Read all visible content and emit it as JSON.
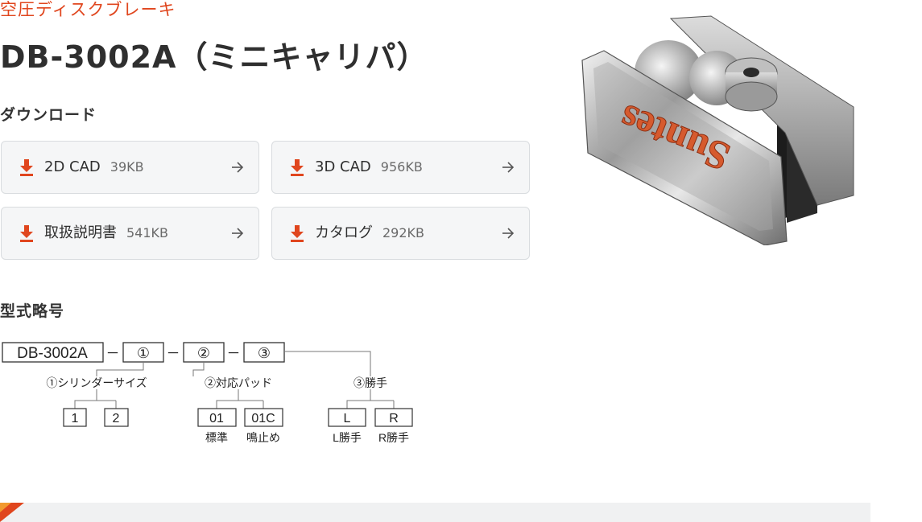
{
  "header": {
    "category": "空圧ディスクブレーキ",
    "title": "DB-3002A（ミニキャリパ）"
  },
  "downloads": {
    "heading": "ダウンロード",
    "items": [
      {
        "label": "2D CAD",
        "size": "39KB"
      },
      {
        "label": "3D CAD",
        "size": "956KB"
      },
      {
        "label": "取扱説明書",
        "size": "541KB"
      },
      {
        "label": "カタログ",
        "size": "292KB"
      }
    ]
  },
  "model_code": {
    "heading": "型式略号",
    "base": "DB-3002A",
    "sep": "－",
    "slots": [
      "①",
      "②",
      "③"
    ],
    "groups": [
      {
        "title": "①シリンダーサイズ",
        "options": [
          {
            "code": "1",
            "desc": ""
          },
          {
            "code": "2",
            "desc": ""
          }
        ]
      },
      {
        "title": "②対応パッド",
        "options": [
          {
            "code": "01",
            "desc": "標準"
          },
          {
            "code": "01C",
            "desc": "鳴止め"
          }
        ]
      },
      {
        "title": "③勝手",
        "options": [
          {
            "code": "L",
            "desc": "L勝手"
          },
          {
            "code": "R",
            "desc": "R勝手"
          }
        ]
      }
    ]
  },
  "product": {
    "logo": "Suntes"
  },
  "colors": {
    "accent": "#e0461e",
    "card_bg": "#f5f6f7",
    "card_border": "#d9dcdf"
  },
  "icons": {
    "download": "download-icon",
    "arrow": "arrow-right-icon"
  }
}
